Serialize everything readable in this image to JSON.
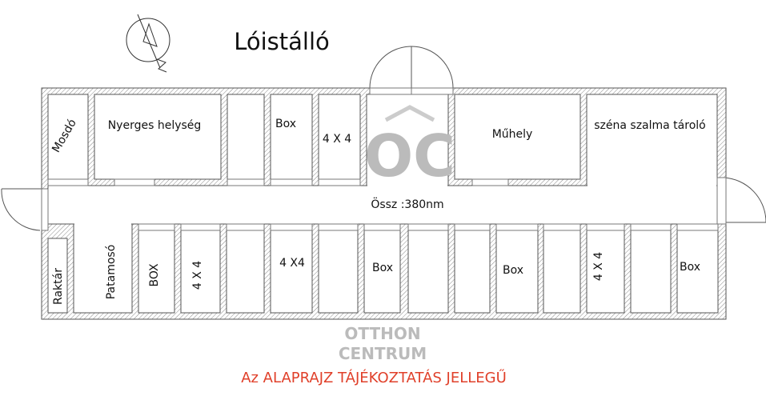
{
  "title": "Lóistálló",
  "total_area": "Össz :380nm",
  "rooms_top": [
    "Mosdó",
    "Nyerges helység",
    "",
    "Box",
    "4 X 4",
    "Műhely",
    "széna szalma tároló"
  ],
  "rooms_bottom": {
    "storage": "Raktár",
    "wash": "Patamosó",
    "boxes": [
      "BOX",
      "4 X 4",
      "",
      "4 X4",
      "",
      "Box",
      "",
      "",
      "Box",
      "",
      "4 X 4",
      "",
      "Box"
    ]
  },
  "watermark": {
    "logo": "OC",
    "line1": "OTTHON",
    "line2": "CENTRUM"
  },
  "footer_note": "Az ALAPRAJZ TÁJÉKOZTATÁS JELLEGŰ",
  "colors": {
    "wall_line": "#555555",
    "note": "#e0402a",
    "watermark": "#bbbbbb"
  },
  "icons": {
    "compass": "north-arrow-icon"
  }
}
